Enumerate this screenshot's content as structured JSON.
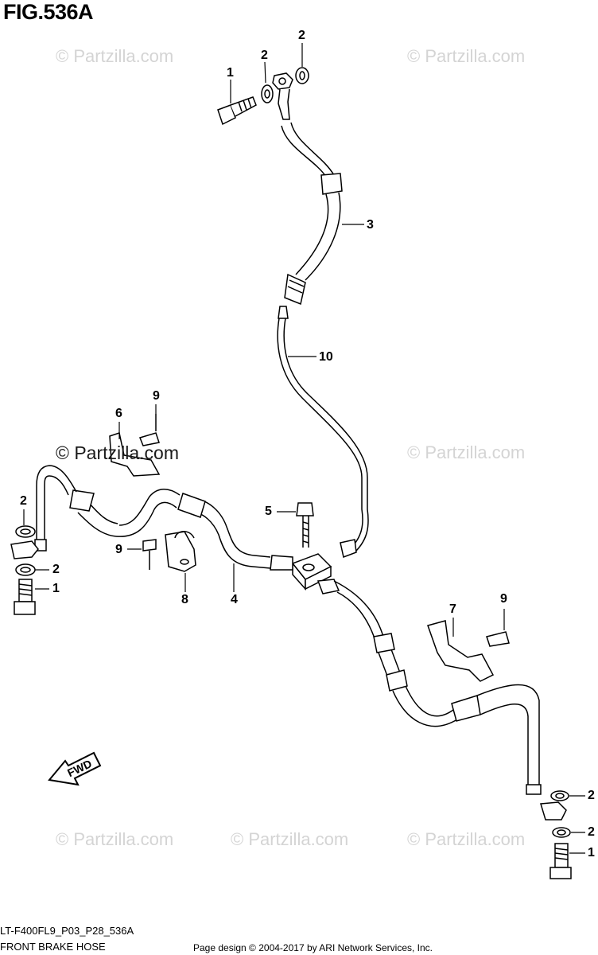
{
  "figure": {
    "title": "FIG.536A"
  },
  "watermarks": [
    "© Partzilla.com",
    "© Partzilla.com",
    "© Partzilla.com",
    "© Partzilla.com",
    "© Partzilla.com",
    "© Partzilla.com",
    "© Partzilla.com"
  ],
  "fwd_label": "FWD",
  "callouts": {
    "c1a": "1",
    "c2a": "2",
    "c2b": "2",
    "c3": "3",
    "c10": "10",
    "c9a": "9",
    "c6": "6",
    "c2c": "2",
    "c2d": "2",
    "c1b": "1",
    "c5": "5",
    "c9b": "9",
    "c8": "8",
    "c4": "4",
    "c7": "7",
    "c9c": "9",
    "c2e": "2",
    "c2f": "2",
    "c1c": "1"
  },
  "footer": {
    "code": "LT-F400FL9_P03_P28_536A",
    "name": "FRONT BRAKE HOSE",
    "copyright": "Page design © 2004-2017 by ARI Network Services, Inc."
  }
}
